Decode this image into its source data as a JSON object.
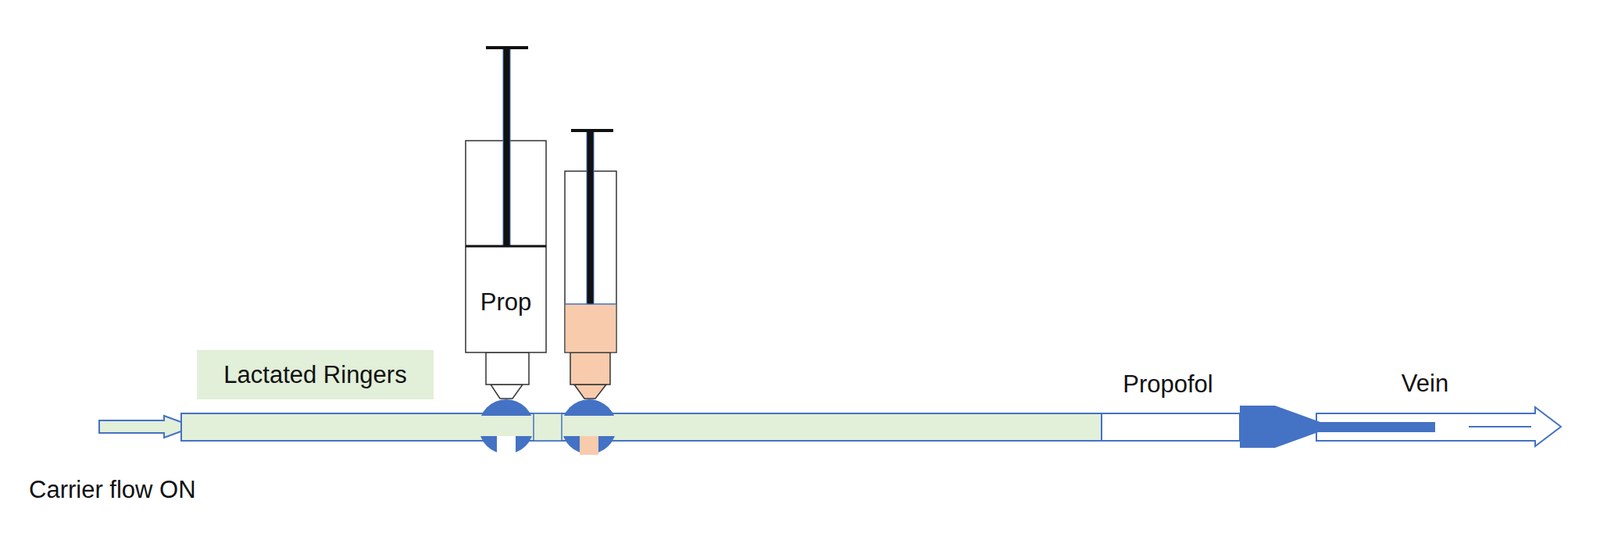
{
  "diagram": {
    "nodes": [
      {
        "text": [
          "Lactated Ringers"
        ]
      },
      {
        "text": [
          "Prop"
        ]
      }
    ],
    "labels": [
      "Propofol",
      "Vein",
      "Carrier flow ON"
    ]
  }
}
